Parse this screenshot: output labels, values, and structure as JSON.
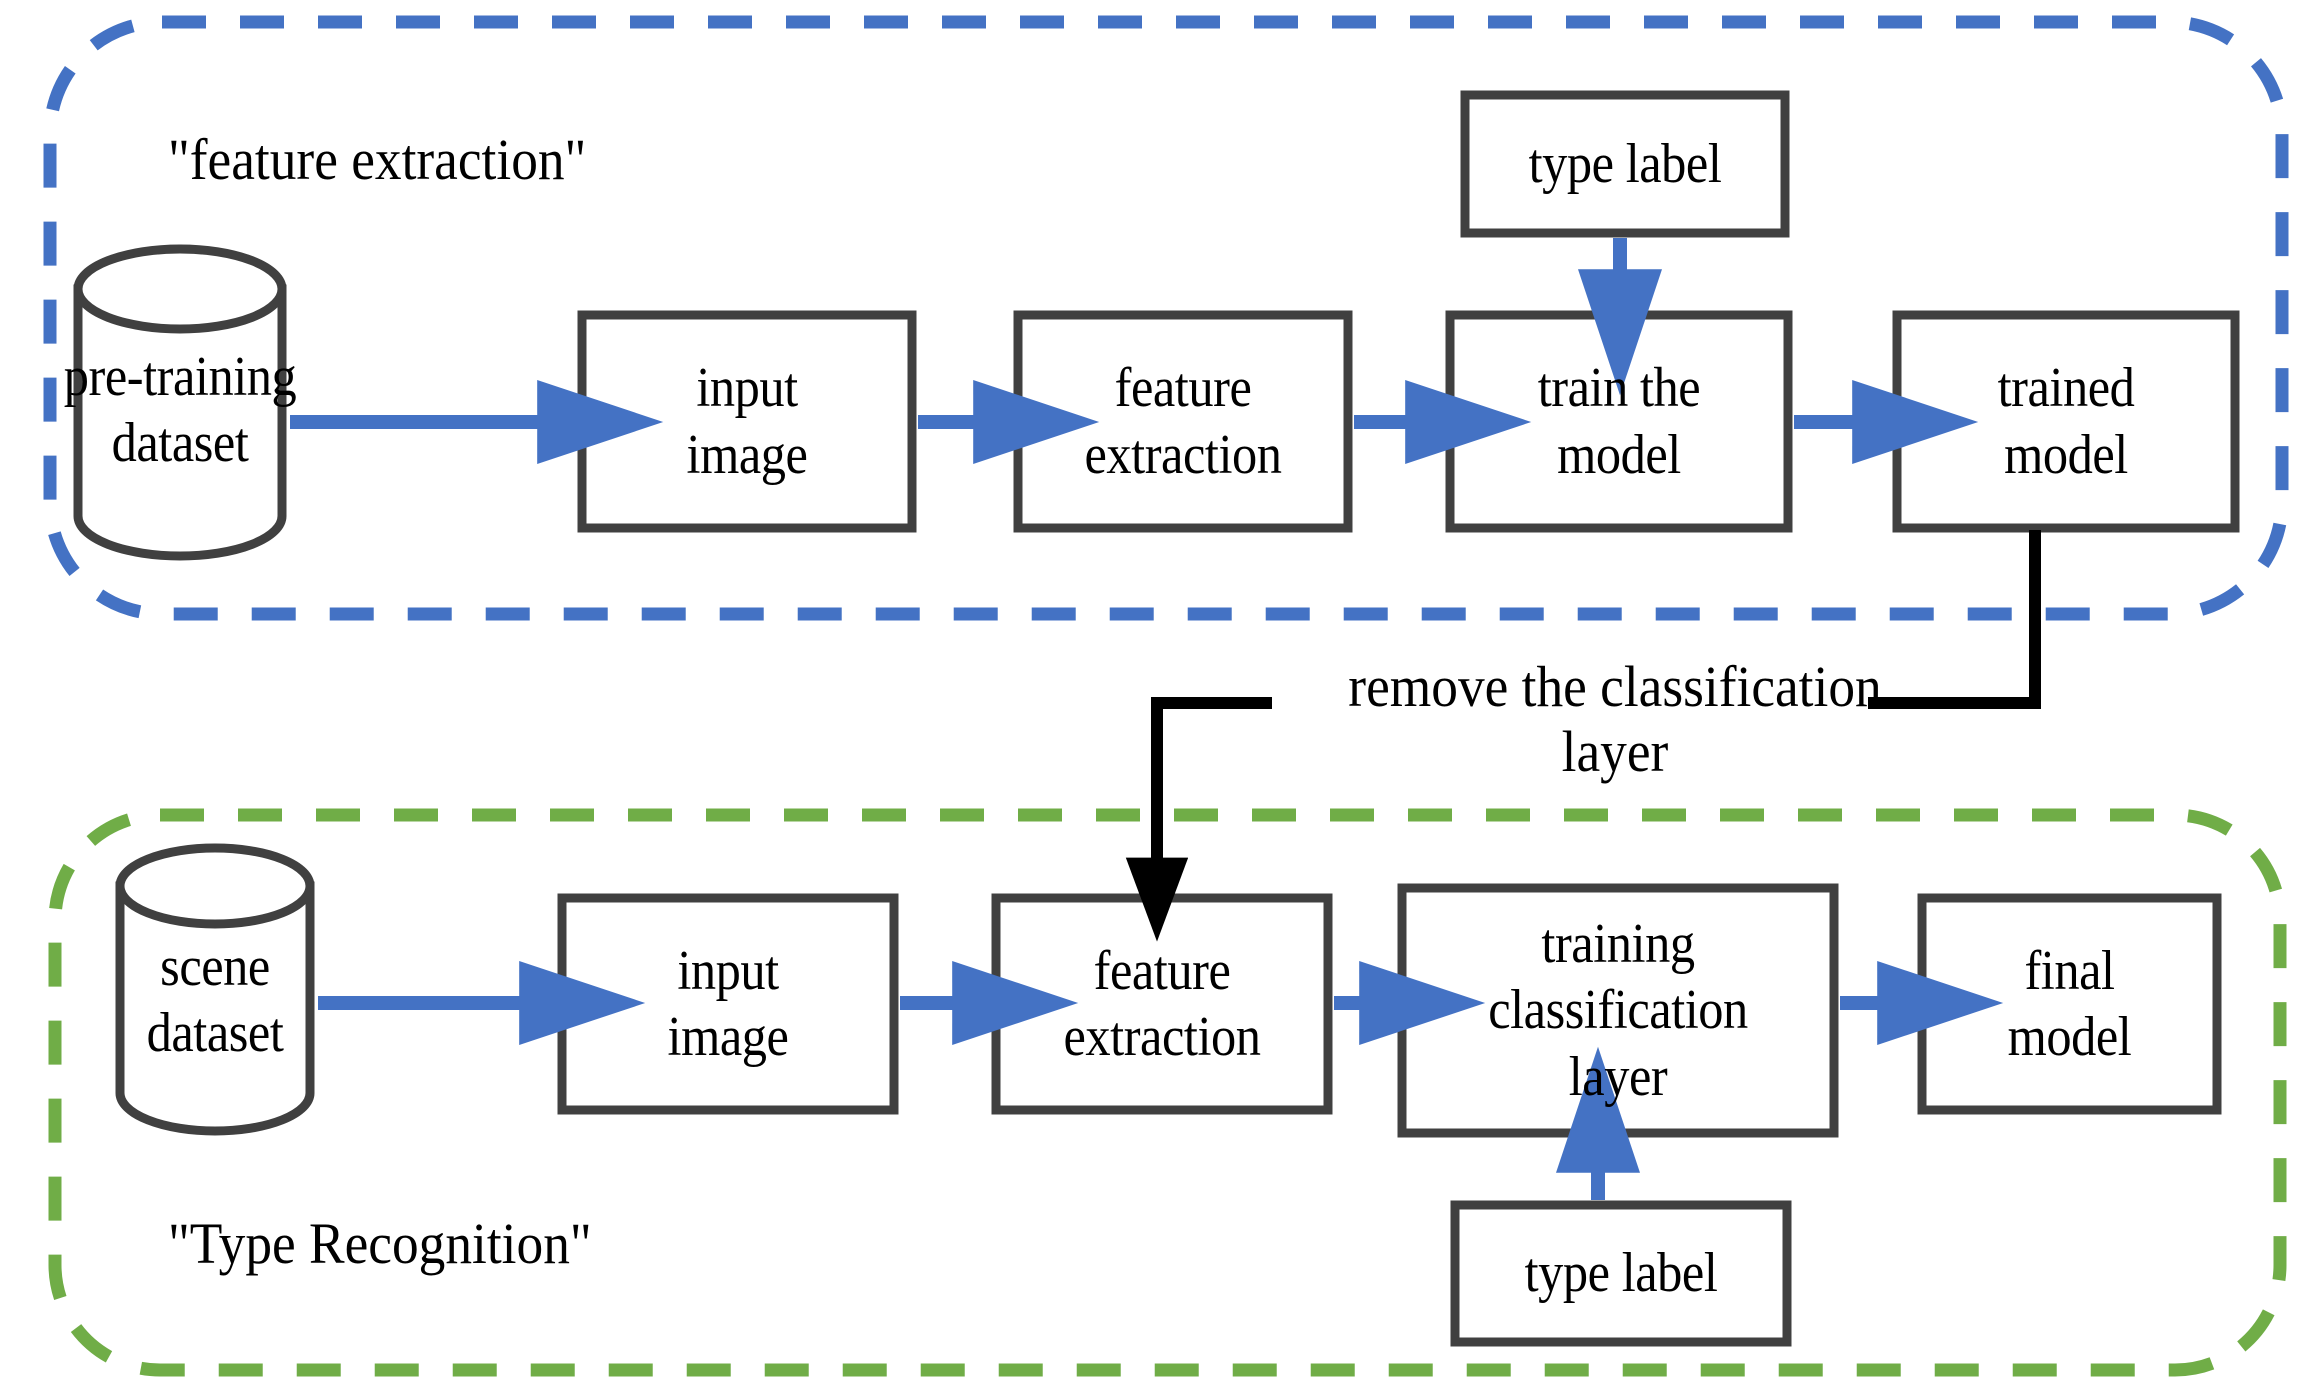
{
  "diagram": {
    "title_top": "\"feature extraction\"",
    "title_bottom": "\"Type Recognition\"",
    "edge_label": "remove the classification",
    "edge_label_line2": "layer",
    "colors": {
      "top_group_border": "#4472C4",
      "bottom_group_border": "#70AD47",
      "node_border": "#404040",
      "arrow_blue": "#4472C4",
      "connector_black": "#000000",
      "text": "#000000",
      "background": "#FFFFFF"
    },
    "top_pipeline": {
      "group_label": "\"feature extraction\"",
      "nodes": [
        {
          "id": "pre-training-dataset",
          "shape": "cylinder",
          "line1": "pre-training",
          "line2": "dataset"
        },
        {
          "id": "input-image",
          "shape": "rect",
          "line1": "input",
          "line2": "image"
        },
        {
          "id": "feature-extraction",
          "shape": "rect",
          "line1": "feature",
          "line2": "extraction"
        },
        {
          "id": "train-the-model",
          "shape": "rect",
          "line1": "train the",
          "line2": "model"
        },
        {
          "id": "trained-model",
          "shape": "rect",
          "line1": "trained",
          "line2": "model"
        }
      ],
      "side_node": {
        "id": "type-label-top",
        "shape": "rect",
        "line1": "type label"
      }
    },
    "bottom_pipeline": {
      "group_label": "\"Type Recognition\"",
      "nodes": [
        {
          "id": "scene-dataset",
          "shape": "cylinder",
          "line1": "scene",
          "line2": "dataset"
        },
        {
          "id": "input-image",
          "shape": "rect",
          "line1": "input",
          "line2": "image"
        },
        {
          "id": "feature-extraction",
          "shape": "rect",
          "line1": "feature",
          "line2": "extraction"
        },
        {
          "id": "training-classification-layer",
          "shape": "rect",
          "line1": "training",
          "line2": "classification",
          "line3": "layer"
        },
        {
          "id": "final-model",
          "shape": "rect",
          "line1": "final",
          "line2": "model"
        }
      ],
      "side_node": {
        "id": "type-label-bottom",
        "shape": "rect",
        "line1": "type label"
      }
    }
  }
}
